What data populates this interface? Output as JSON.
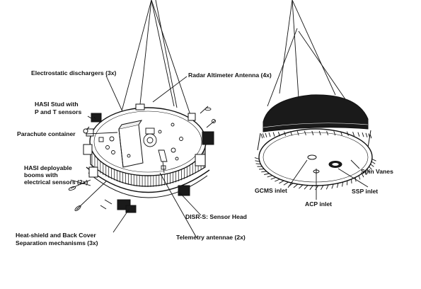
{
  "colors": {
    "ink": "#111111",
    "background": "#ffffff",
    "dark_fill": "#1a1a1a"
  },
  "probe_left": {
    "labels": {
      "electrostatic_dischargers": "Electrostatic dischargers (3x)",
      "radar_altimeter": "Radar Altimeter Antenna (4x)",
      "hasi_stud_1": "HASI Stud with",
      "hasi_stud_2": "P and T sensors",
      "parachute_container": "Parachute container",
      "hasi_booms_1": "HASI deployable",
      "hasi_booms_2": "booms with",
      "hasi_booms_3": "electrical sensors (2x)",
      "heat_shield_1": "Heat-shield and Back Cover",
      "heat_shield_2": "Separation mechanisms (3x)",
      "disr": "DISR-S: Sensor Head",
      "telemetry": "Telemetry antennae (2x)"
    }
  },
  "probe_right": {
    "labels": {
      "spin_vanes": "Spin Vanes",
      "gcms_inlet": "GCMS inlet",
      "acp_inlet": "ACP inlet",
      "ssp_inlet": "SSP inlet"
    }
  }
}
